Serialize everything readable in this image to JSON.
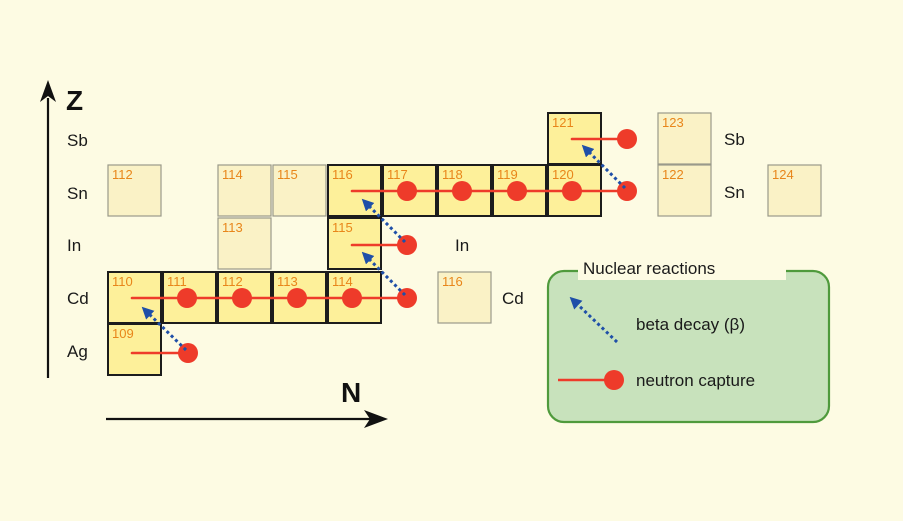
{
  "axes": {
    "z_label": "Z",
    "n_label": "N"
  },
  "row_labels": [
    "Sb",
    "Sn",
    "In",
    "Cd",
    "Ag"
  ],
  "side_labels": {
    "sb": "Sb",
    "sn": "Sn",
    "in": "In",
    "cd": "Cd"
  },
  "isotopes": [
    {
      "element": "Ag",
      "mass": "109",
      "on_path": true
    },
    {
      "element": "Cd",
      "mass": "110",
      "on_path": true
    },
    {
      "element": "Cd",
      "mass": "111",
      "on_path": true
    },
    {
      "element": "Cd",
      "mass": "112",
      "on_path": true
    },
    {
      "element": "Cd",
      "mass": "113",
      "on_path": true
    },
    {
      "element": "Cd",
      "mass": "114",
      "on_path": true
    },
    {
      "element": "Cd",
      "mass": "116",
      "on_path": false
    },
    {
      "element": "In",
      "mass": "113",
      "on_path": false
    },
    {
      "element": "In",
      "mass": "115",
      "on_path": true
    },
    {
      "element": "Sn",
      "mass": "112",
      "on_path": false
    },
    {
      "element": "Sn",
      "mass": "114",
      "on_path": false
    },
    {
      "element": "Sn",
      "mass": "115",
      "on_path": false
    },
    {
      "element": "Sn",
      "mass": "116",
      "on_path": true
    },
    {
      "element": "Sn",
      "mass": "117",
      "on_path": true
    },
    {
      "element": "Sn",
      "mass": "118",
      "on_path": true
    },
    {
      "element": "Sn",
      "mass": "119",
      "on_path": true
    },
    {
      "element": "Sn",
      "mass": "120",
      "on_path": true
    },
    {
      "element": "Sn",
      "mass": "122",
      "on_path": false
    },
    {
      "element": "Sn",
      "mass": "124",
      "on_path": false
    },
    {
      "element": "Sb",
      "mass": "121",
      "on_path": true
    },
    {
      "element": "Sb",
      "mass": "123",
      "on_path": false
    }
  ],
  "legend": {
    "title": "Nuclear reactions",
    "beta_decay": "beta decay (β)",
    "neutron_capture": "neutron capture"
  },
  "colors": {
    "background": "#fdfbe3",
    "s_process_cell": "#fdf09a",
    "other_cell": "#faf2c6",
    "mass_number": "#e8861a",
    "neutron_capture": "#ee3b2a",
    "beta_decay": "#1f4fa8",
    "legend_fill": "#c8e2bc",
    "legend_border": "#4f9a3c"
  }
}
